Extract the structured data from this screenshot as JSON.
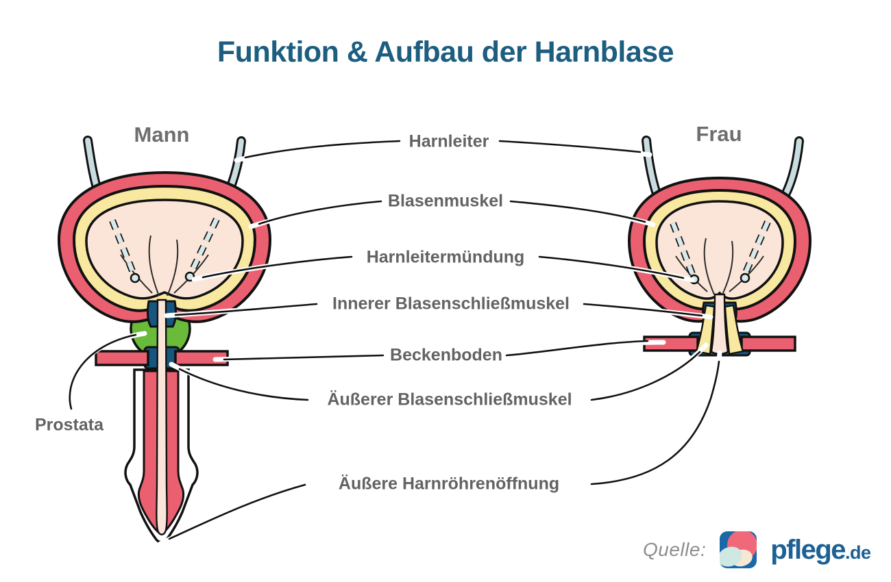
{
  "title": "Funktion & Aufbau der Harnblase",
  "figure_titles": {
    "male": "Mann",
    "female": "Frau"
  },
  "annotations": {
    "harnleiter": "Harnleiter",
    "blasenmuskel": "Blasenmuskel",
    "harnleitermuendung": "Harnleitermündung",
    "innerer_blasenschliessmuskel": "Innerer Blasenschließmuskel",
    "beckenboden": "Beckenboden",
    "aeusserer_blasenschliessmuskel": "Äußerer Blasenschließmuskel",
    "aeussere_harnroehrenoeffnung": "Äußere Harnröhrenöffnung",
    "prostata": "Prostata"
  },
  "source": {
    "label": "Quelle:",
    "brand_name": "pflege",
    "brand_tld": ".de"
  },
  "colors": {
    "title_text": "#1c5d80",
    "label_text": "#636363",
    "figure_title_text": "#6e6e6e",
    "bladder_muscle_red": "#ea6070",
    "mucosa_yellow": "#f9e8a0",
    "interior_peach": "#fbe5d8",
    "ureter_tube_blue": "#c9dde0",
    "ureter_dash_blue": "#d8eaec",
    "prostate_green": "#69bb39",
    "sphincter_dark_blue": "#17567e",
    "outline_black": "#111111",
    "logo_square_blue": "#1a68a7",
    "logo_coral": "#f0697a",
    "logo_mint": "#cfe9e2",
    "logo_cream": "#f6e8d2",
    "brand_text_blue": "#1d6093"
  }
}
